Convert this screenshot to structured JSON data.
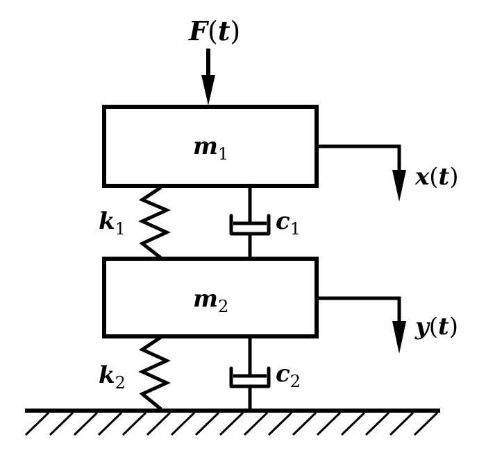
{
  "diagram": {
    "title": "Two-degree-of-freedom mass-spring-damper system",
    "colors": {
      "stroke": "#000000",
      "background": "#ffffff"
    },
    "force": {
      "symbol": "F",
      "arg": "(t)",
      "direction": "down",
      "applied_to": "m1"
    },
    "masses": [
      {
        "id": "m1",
        "symbol": "m",
        "subscript": "1"
      },
      {
        "id": "m2",
        "symbol": "m",
        "subscript": "2"
      }
    ],
    "springs": [
      {
        "id": "k1",
        "symbol": "k",
        "subscript": "1",
        "connects": [
          "m1",
          "m2"
        ]
      },
      {
        "id": "k2",
        "symbol": "k",
        "subscript": "2",
        "connects": [
          "m2",
          "ground"
        ]
      }
    ],
    "dampers": [
      {
        "id": "c1",
        "symbol": "c",
        "subscript": "1",
        "connects": [
          "m1",
          "m2"
        ]
      },
      {
        "id": "c2",
        "symbol": "c",
        "subscript": "2",
        "connects": [
          "m2",
          "ground"
        ]
      }
    ],
    "displacements": [
      {
        "id": "x",
        "symbol": "x",
        "arg": "(t)",
        "of": "m1",
        "direction": "down"
      },
      {
        "id": "y",
        "symbol": "y",
        "arg": "(t)",
        "of": "m2",
        "direction": "down"
      }
    ],
    "ground": {
      "type": "fixed-hatched"
    }
  }
}
